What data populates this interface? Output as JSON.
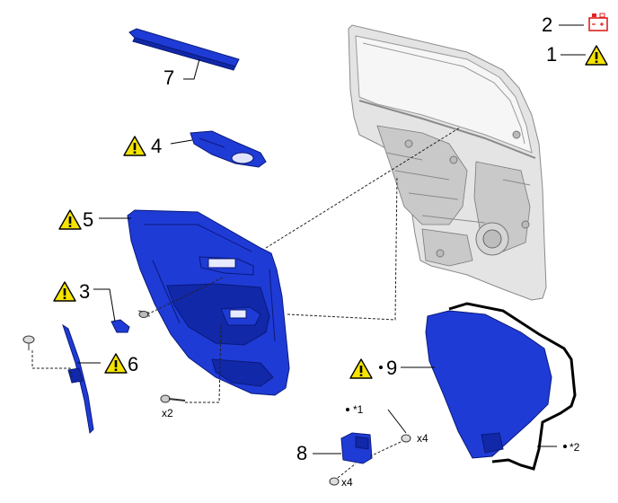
{
  "colors": {
    "part_blue": "#1f3bd6",
    "warning_yellow": "#f5e400",
    "battery_red": "#e02020",
    "door_gray": "#e4e4e4"
  },
  "icons": {
    "warning": "warning-triangle-icon",
    "battery": "battery-terminal-icon"
  },
  "callouts": {
    "c1": "1",
    "c2": "2",
    "c3": "3",
    "c4": "4",
    "c5": "5",
    "c6": "6",
    "c7": "7",
    "c8": "8",
    "c9": "9"
  },
  "notes": {
    "n1": "*1",
    "n2": "*2"
  },
  "quantities": {
    "x2": "x2",
    "x4a": "x4",
    "x4b": "x4"
  }
}
